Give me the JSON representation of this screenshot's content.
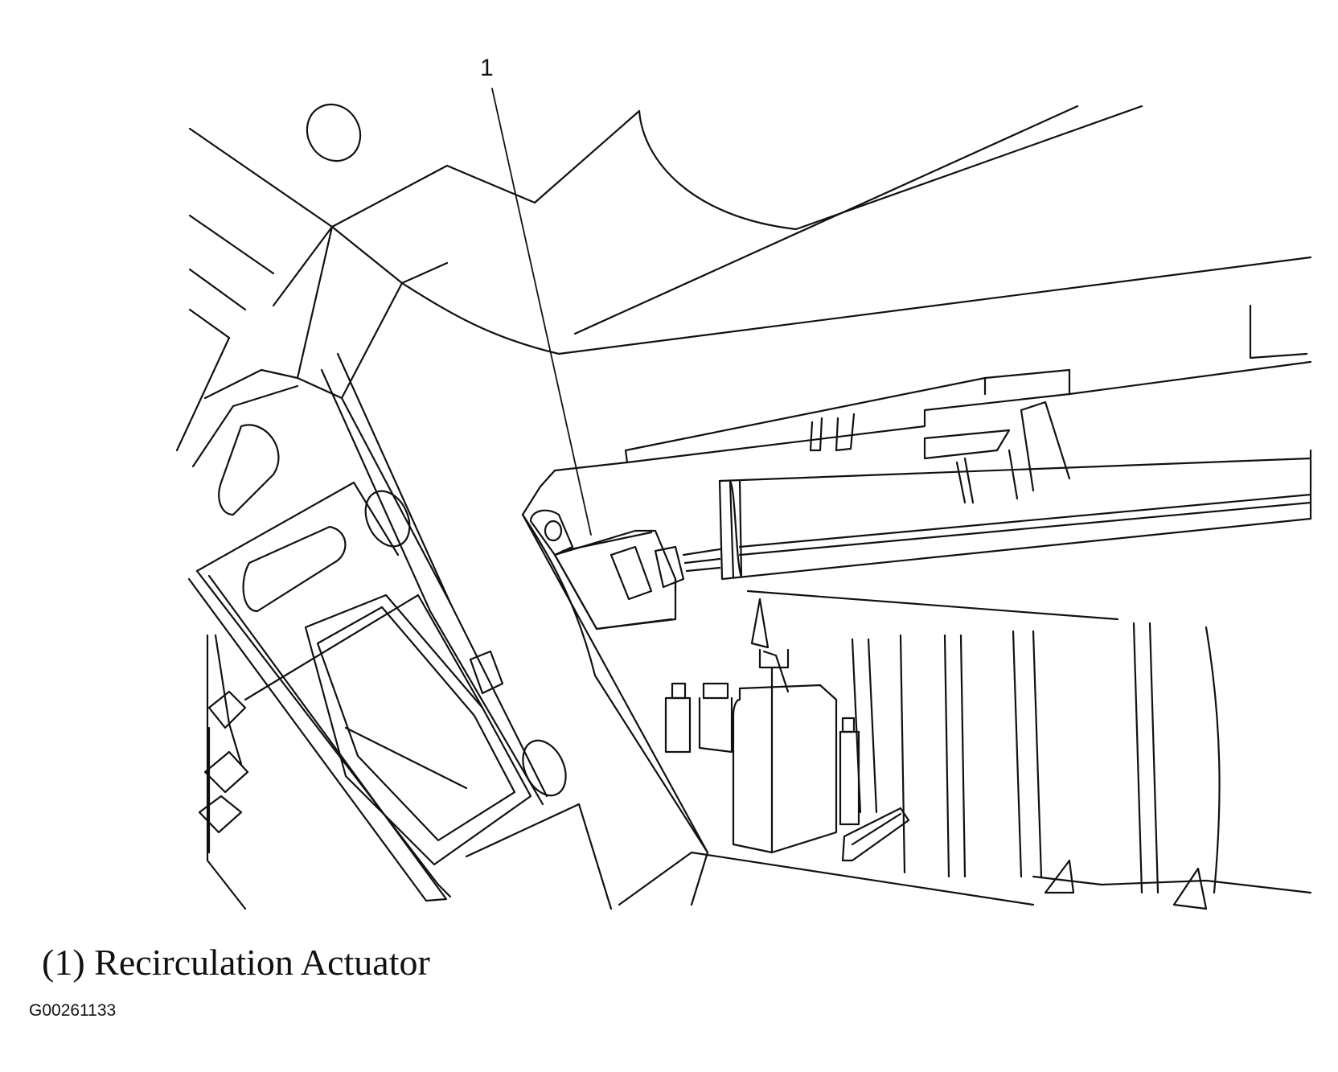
{
  "diagram": {
    "callouts": [
      {
        "number": "1",
        "label": "Recirculation Actuator"
      }
    ],
    "caption": "(1) Recirculation Actuator",
    "figure_id": "G00261133"
  }
}
